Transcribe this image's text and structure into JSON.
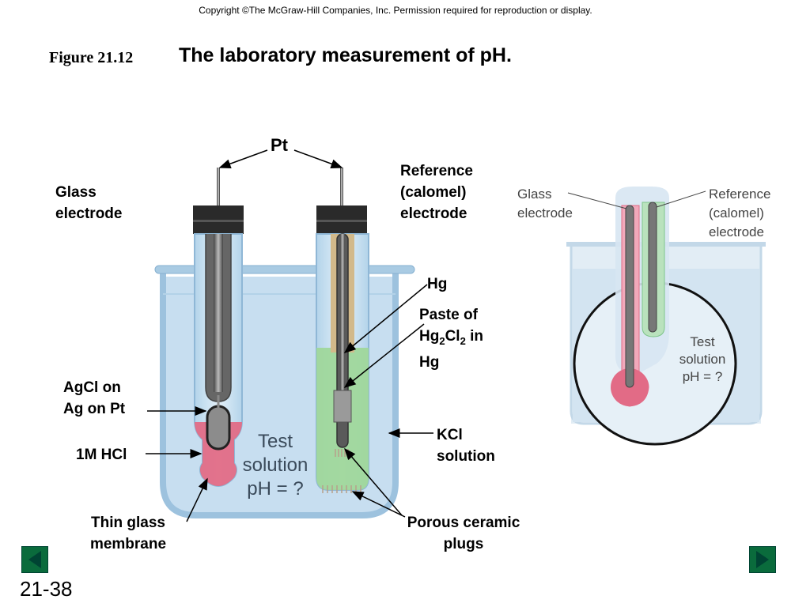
{
  "header": {
    "copyright": "Copyright ©The McGraw-Hill Companies, Inc.  Permission required for reproduction or display.",
    "figure_number": "Figure 21.12",
    "figure_title": "The laboratory measurement of pH."
  },
  "main_labels": {
    "pt": "Pt",
    "glass_electrode": [
      "Glass",
      "electrode"
    ],
    "reference_electrode": [
      "Reference",
      "(calomel)",
      "electrode"
    ],
    "hg": "Hg",
    "paste": {
      "line1": "Paste of",
      "hg": "Hg",
      "sub1": "2",
      "cl": "Cl",
      "sub2": "2",
      "in": " in",
      "line3": "Hg"
    },
    "agcl": [
      "AgCl on",
      "Ag on Pt"
    ],
    "hcl": "1M HCl",
    "kcl": [
      "KCl",
      "solution"
    ],
    "thin_glass": [
      "Thin glass",
      "membrane"
    ],
    "porous": [
      "Porous ceramic",
      "plugs"
    ],
    "test_solution": [
      "Test",
      "solution",
      "pH = ?"
    ]
  },
  "inset_labels": {
    "glass_electrode": [
      "Glass",
      "electrode"
    ],
    "reference_electrode": [
      "Reference",
      "(calomel)",
      "electrode"
    ],
    "test_solution": [
      "Test",
      "solution",
      "pH = ?"
    ]
  },
  "footer": {
    "slide_number": "21-38"
  },
  "colors": {
    "solution": "#c5dded",
    "beaker_rim": "#a9cbe3",
    "pink": "#e26b86",
    "kcl_green": "#9fd79b",
    "paste_tan": "#d2b98a",
    "cap": "#2a2a2a",
    "nav_green": "#0a6b3c"
  },
  "icons": {
    "prev": "triangle-left-icon",
    "next": "triangle-right-icon"
  }
}
